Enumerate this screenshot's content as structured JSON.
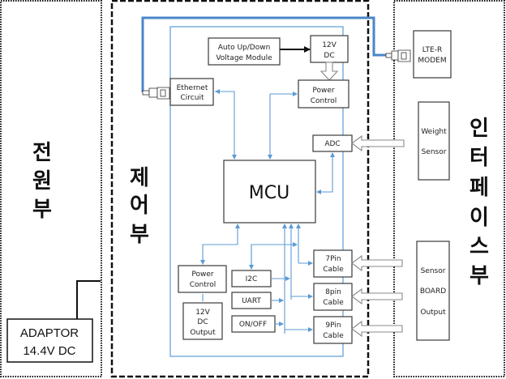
{
  "sections": {
    "power": {
      "label_chars": [
        "전",
        "원",
        "부"
      ]
    },
    "control": {
      "label_chars": [
        "제",
        "어",
        "부"
      ]
    },
    "interface": {
      "label_chars": [
        "인",
        "터",
        "페",
        "이",
        "스",
        "부"
      ]
    }
  },
  "power_unit": {
    "adaptor": {
      "line1": "ADAPTOR",
      "line2": "14.4V DC"
    }
  },
  "control_unit": {
    "auto_voltage": {
      "line1": "Auto Up/Down",
      "line2": "Voltage Module"
    },
    "dc12_in": {
      "line1": "12V",
      "line2": "DC"
    },
    "power_control_top": {
      "line1": "Power",
      "line2": "Control"
    },
    "ethernet": {
      "line1": "Ethernet",
      "line2": "Circuit"
    },
    "adc": {
      "label": "ADC"
    },
    "mcu": {
      "label": "MCU"
    },
    "power_control_bottom": {
      "line1": "Power",
      "line2": "Control"
    },
    "dc12_out": {
      "line1": "12V",
      "line2": "DC",
      "line3": "Output"
    },
    "i2c": {
      "label": "I2C"
    },
    "uart": {
      "label": "UART"
    },
    "onoff": {
      "label": "ON/OFF"
    },
    "pin7": {
      "line1": "7Pin",
      "line2": "Cable"
    },
    "pin8": {
      "line1": "8pin",
      "line2": "Cable"
    },
    "pin9": {
      "line1": "9Pin",
      "line2": "Cable"
    }
  },
  "interface_unit": {
    "lte": {
      "line1": "LTE-R",
      "line2": "MODEM"
    },
    "weight": {
      "line1": "Weight",
      "line2": "Sensor"
    },
    "sensor_board": {
      "line1": "Sensor",
      "line2": "BOARD",
      "line3": "Output"
    }
  },
  "colors": {
    "signal": "#5b9bd5",
    "ethernet_cable": "#4a86c8",
    "border": "#111111"
  }
}
